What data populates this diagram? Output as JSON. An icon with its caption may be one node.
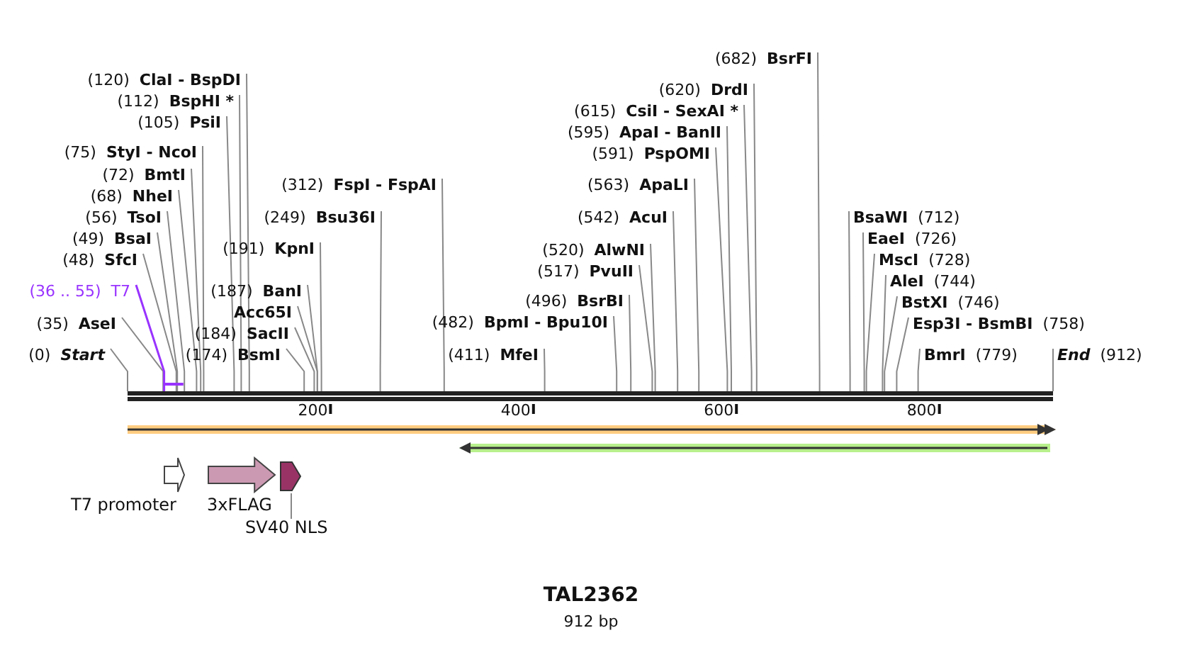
{
  "diagram": {
    "title": "TAL2362",
    "caption": "912 bp",
    "nodes": [
      {
        "text": [
          "(0)",
          "Start"
        ]
      },
      {
        "text": [
          "(35)",
          "AseI"
        ]
      },
      {
        "text": [
          "(36 .. 55)",
          "T7"
        ]
      },
      {
        "text": [
          "(48)",
          "SfcI"
        ]
      },
      {
        "text": [
          "(49)",
          "BsaI"
        ]
      },
      {
        "text": [
          "(56)",
          "TsoI"
        ]
      },
      {
        "text": [
          "(68)",
          "NheI"
        ]
      },
      {
        "text": [
          "(72)",
          "BmtI"
        ]
      },
      {
        "text": [
          "(75)",
          "StyI - NcoI"
        ]
      },
      {
        "text": [
          "(105)",
          "PsiI"
        ]
      },
      {
        "text": [
          "(112)",
          "BspHI *"
        ]
      },
      {
        "text": [
          "(120)",
          "ClaI - BspDI"
        ]
      },
      {
        "text": [
          "(174)",
          "BsmI"
        ]
      },
      {
        "text": [
          "(184)",
          "SacII"
        ]
      },
      {
        "text": [
          "Acc65I"
        ]
      },
      {
        "text": [
          "(187)",
          "BanI"
        ]
      },
      {
        "text": [
          "(191)",
          "KpnI"
        ]
      },
      {
        "text": [
          "(249)",
          "Bsu36I"
        ]
      },
      {
        "text": [
          "(312)",
          "FspI - FspAI"
        ]
      },
      {
        "text": [
          "(411)",
          "MfeI"
        ]
      },
      {
        "text": [
          "(482)",
          "BpmI - Bpu10I"
        ]
      },
      {
        "text": [
          "(496)",
          "BsrBI"
        ]
      },
      {
        "text": [
          "(517)",
          "PvuII"
        ]
      },
      {
        "text": [
          "(520)",
          "AlwNI"
        ]
      },
      {
        "text": [
          "(542)",
          "AcuI"
        ]
      },
      {
        "text": [
          "(563)",
          "ApaLI"
        ]
      },
      {
        "text": [
          "(591)",
          "PspOMI"
        ]
      },
      {
        "text": [
          "(595)",
          "ApaI - BanII"
        ]
      },
      {
        "text": [
          "(615)",
          "CsiI - SexAI *"
        ]
      },
      {
        "text": [
          "(620)",
          "DrdI"
        ]
      },
      {
        "text": [
          "(682)",
          "BsrFI"
        ]
      },
      {
        "text": [
          "BsaWI",
          "(712)"
        ]
      },
      {
        "text": [
          "EaeI",
          "(726)"
        ]
      },
      {
        "text": [
          "MscI",
          "(728)"
        ]
      },
      {
        "text": [
          "AleI",
          "(744)"
        ]
      },
      {
        "text": [
          "BstXI",
          "(746)"
        ]
      },
      {
        "text": [
          "Esp3I - BsmBI",
          "(758)"
        ]
      },
      {
        "text": [
          "BmrI",
          "(779)"
        ]
      },
      {
        "text": [
          "End",
          "(912)"
        ]
      },
      {
        "text": [],
        "shape": "bar"
      },
      {
        "text": [],
        "shape": "arrow"
      },
      {
        "text": [],
        "shape": "arrow"
      },
      {
        "text": [
          "T7 promoter"
        ]
      },
      {
        "text": [
          "3xFLAG"
        ]
      },
      {
        "text": [],
        "shape": "arrow"
      },
      {
        "text": [
          "SV40 NLS"
        ]
      }
    ],
    "edges": [
      {
        "from": 0,
        "to": 39,
        "arrow": "none"
      },
      {
        "from": 1,
        "to": 39,
        "arrow": "none"
      },
      {
        "from": 2,
        "to": 39,
        "arrow": "none",
        "color": "#9933ff"
      },
      {
        "from": 3,
        "to": 39,
        "arrow": "none"
      },
      {
        "from": 4,
        "to": 39,
        "arrow": "none"
      },
      {
        "from": 5,
        "to": 39,
        "arrow": "none"
      },
      {
        "from": 6,
        "to": 39,
        "arrow": "none"
      },
      {
        "from": 7,
        "to": 39,
        "arrow": "none"
      },
      {
        "from": 8,
        "to": 39,
        "arrow": "none"
      },
      {
        "from": 9,
        "to": 39,
        "arrow": "none"
      },
      {
        "from": 10,
        "to": 39,
        "arrow": "none"
      },
      {
        "from": 11,
        "to": 39,
        "arrow": "none"
      },
      {
        "from": 12,
        "to": 39,
        "arrow": "none"
      },
      {
        "from": 13,
        "to": 39,
        "arrow": "none"
      },
      {
        "from": 14,
        "to": 39,
        "arrow": "none"
      },
      {
        "from": 15,
        "to": 39,
        "arrow": "none"
      },
      {
        "from": 16,
        "to": 39,
        "arrow": "none"
      },
      {
        "from": 17,
        "to": 39,
        "arrow": "none"
      },
      {
        "from": 18,
        "to": 39,
        "arrow": "none"
      },
      {
        "from": 19,
        "to": 39,
        "arrow": "none"
      },
      {
        "from": 20,
        "to": 39,
        "arrow": "none"
      },
      {
        "from": 21,
        "to": 39,
        "arrow": "none"
      },
      {
        "from": 22,
        "to": 39,
        "arrow": "none"
      },
      {
        "from": 23,
        "to": 39,
        "arrow": "none"
      },
      {
        "from": 24,
        "to": 39,
        "arrow": "none"
      },
      {
        "from": 25,
        "to": 39,
        "arrow": "none"
      },
      {
        "from": 26,
        "to": 39,
        "arrow": "none"
      },
      {
        "from": 27,
        "to": 39,
        "arrow": "none"
      },
      {
        "from": 28,
        "to": 39,
        "arrow": "none"
      },
      {
        "from": 29,
        "to": 39,
        "arrow": "none"
      },
      {
        "from": 30,
        "to": 39,
        "arrow": "none"
      },
      {
        "from": 31,
        "to": 39,
        "arrow": "none"
      },
      {
        "from": 32,
        "to": 39,
        "arrow": "none"
      },
      {
        "from": 33,
        "to": 39,
        "arrow": "none"
      },
      {
        "from": 34,
        "to": 39,
        "arrow": "none"
      },
      {
        "from": 35,
        "to": 39,
        "arrow": "none"
      },
      {
        "from": 36,
        "to": 39,
        "arrow": "none"
      },
      {
        "from": 37,
        "to": 39,
        "arrow": "none"
      },
      {
        "from": 38,
        "to": 39,
        "arrow": "none"
      },
      {
        "from": 45,
        "to": 44,
        "arrow": "none"
      }
    ],
    "labels": [
      "200",
      "400",
      "600",
      "800"
    ]
  }
}
